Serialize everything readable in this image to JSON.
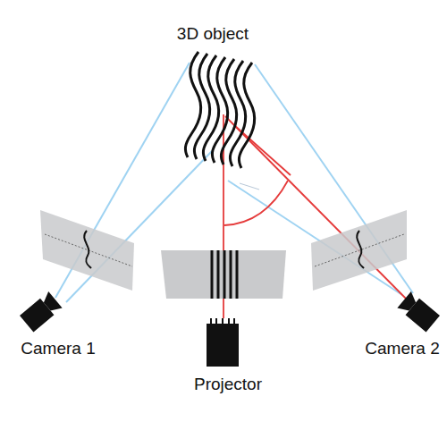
{
  "diagram": {
    "labels": [
      "3D object",
      "Camera 1",
      "Projector",
      "Camera 2"
    ]
  }
}
